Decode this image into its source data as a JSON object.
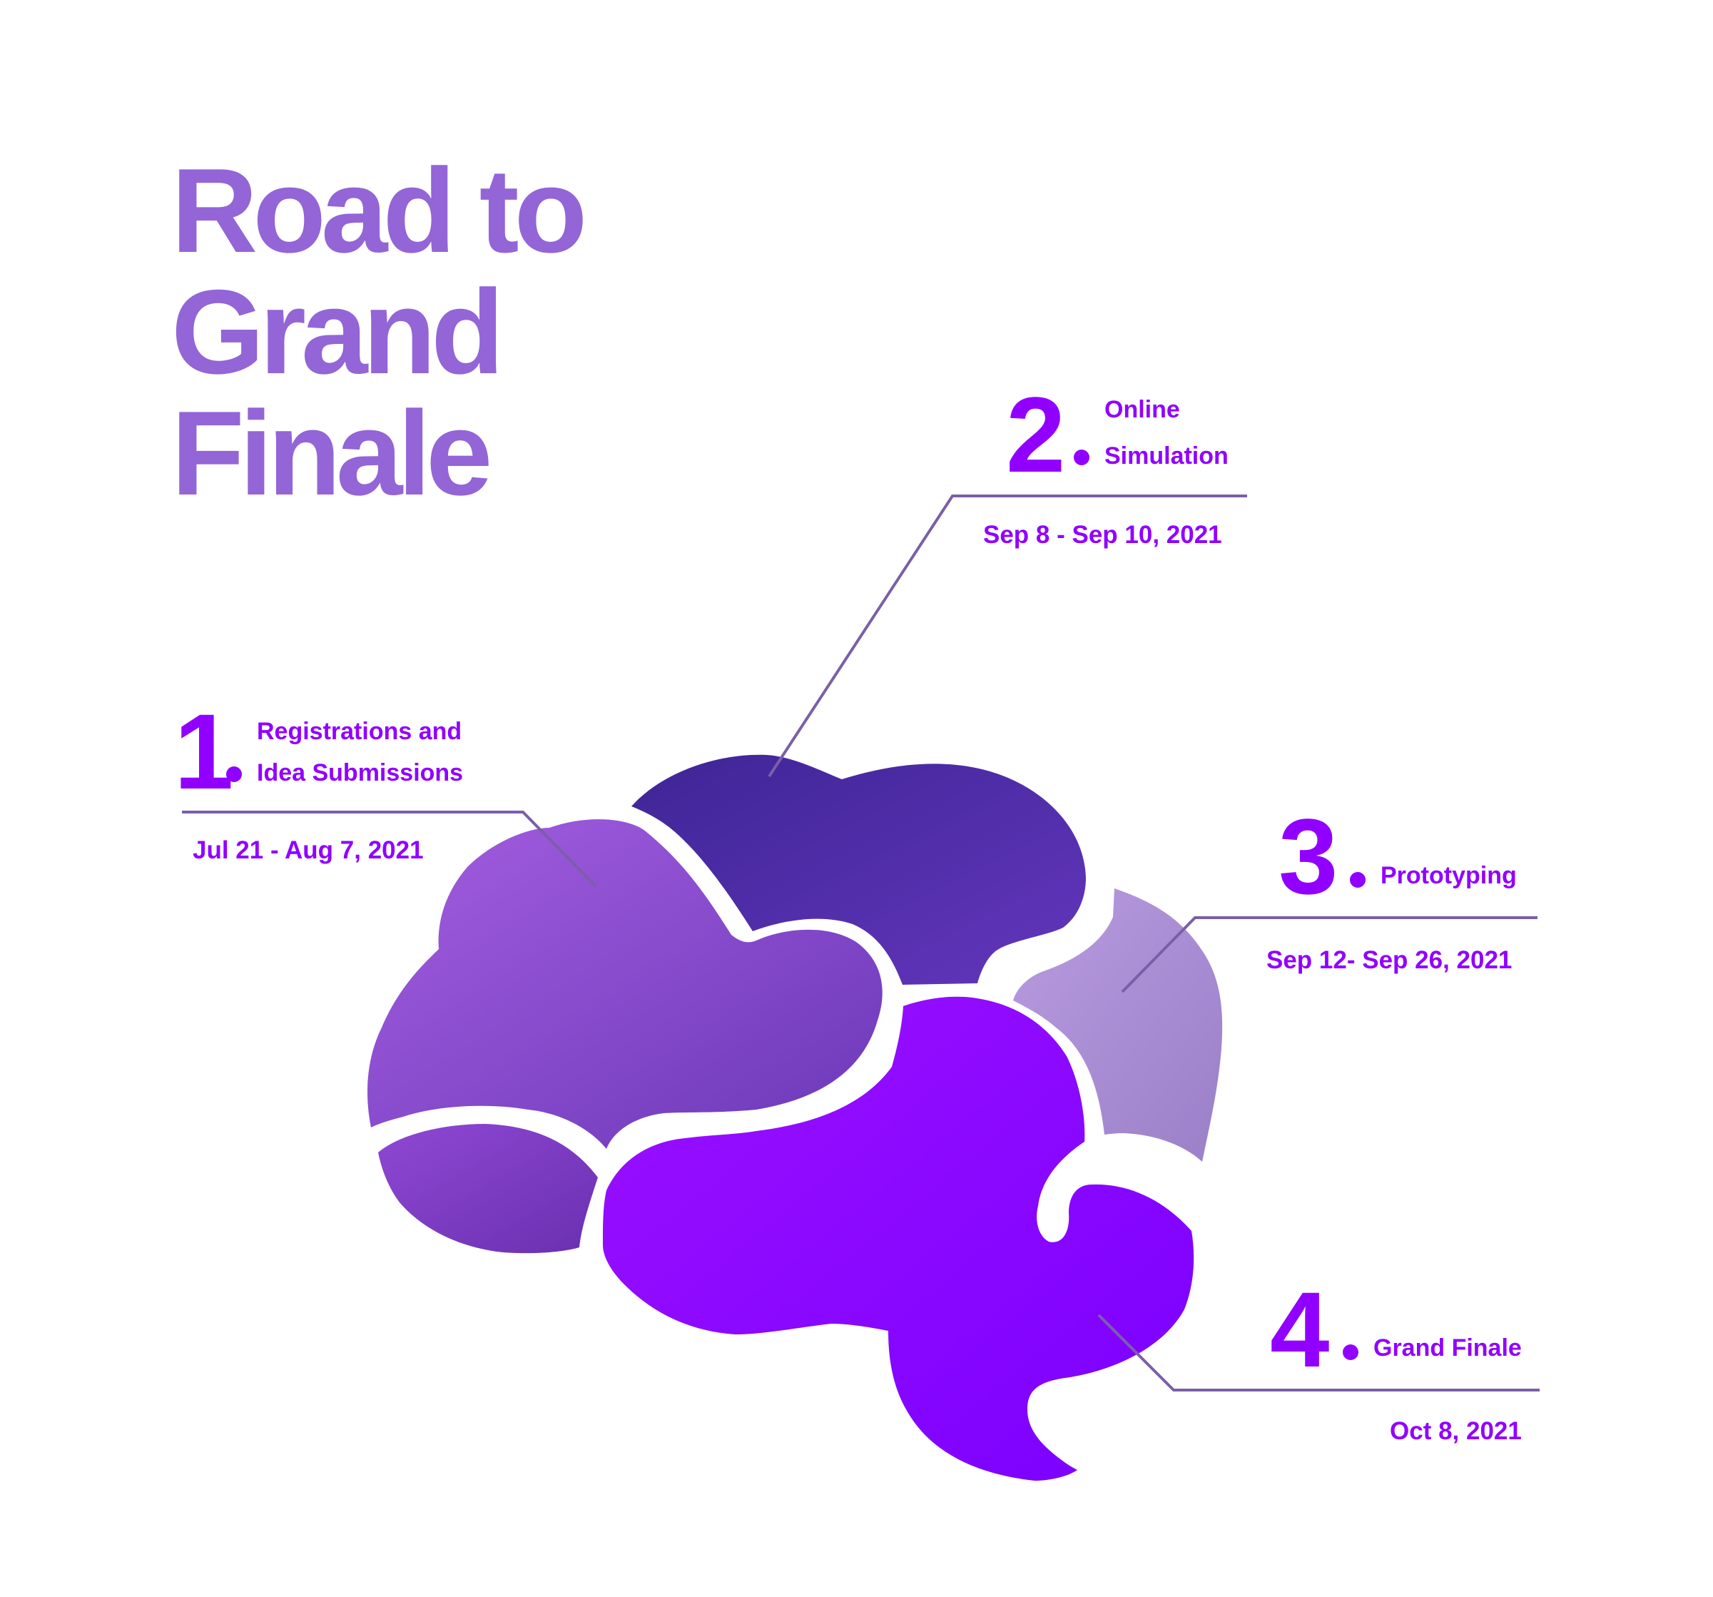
{
  "title": {
    "lines": [
      "Road to",
      "Grand",
      "Finale"
    ]
  },
  "stages": [
    {
      "number": "1",
      "label_lines": [
        "Registrations and",
        "Idea Submissions"
      ],
      "date": "Jul 21 - Aug 7, 2021"
    },
    {
      "number": "2",
      "label_lines": [
        "Online",
        "Simulation"
      ],
      "date": "Sep 8 - Sep 10, 2021"
    },
    {
      "number": "3",
      "label_lines": [
        "Prototyping"
      ],
      "date": "Sep 12- Sep 26, 2021"
    },
    {
      "number": "4",
      "label_lines": [
        "Grand Finale"
      ],
      "date": "Oct 8, 2021"
    }
  ],
  "colors": {
    "title": "#9365d6",
    "accent": "#9100ff",
    "leader_line": "#7b5ea8",
    "lobe_1": "#8a47d0",
    "lobe_2": "#4a2a9c",
    "lobe_3": "#a98bd3",
    "lobe_4": "#8b00ff",
    "lobe_bottom": "#7d3cc4",
    "background": "#ffffff"
  }
}
